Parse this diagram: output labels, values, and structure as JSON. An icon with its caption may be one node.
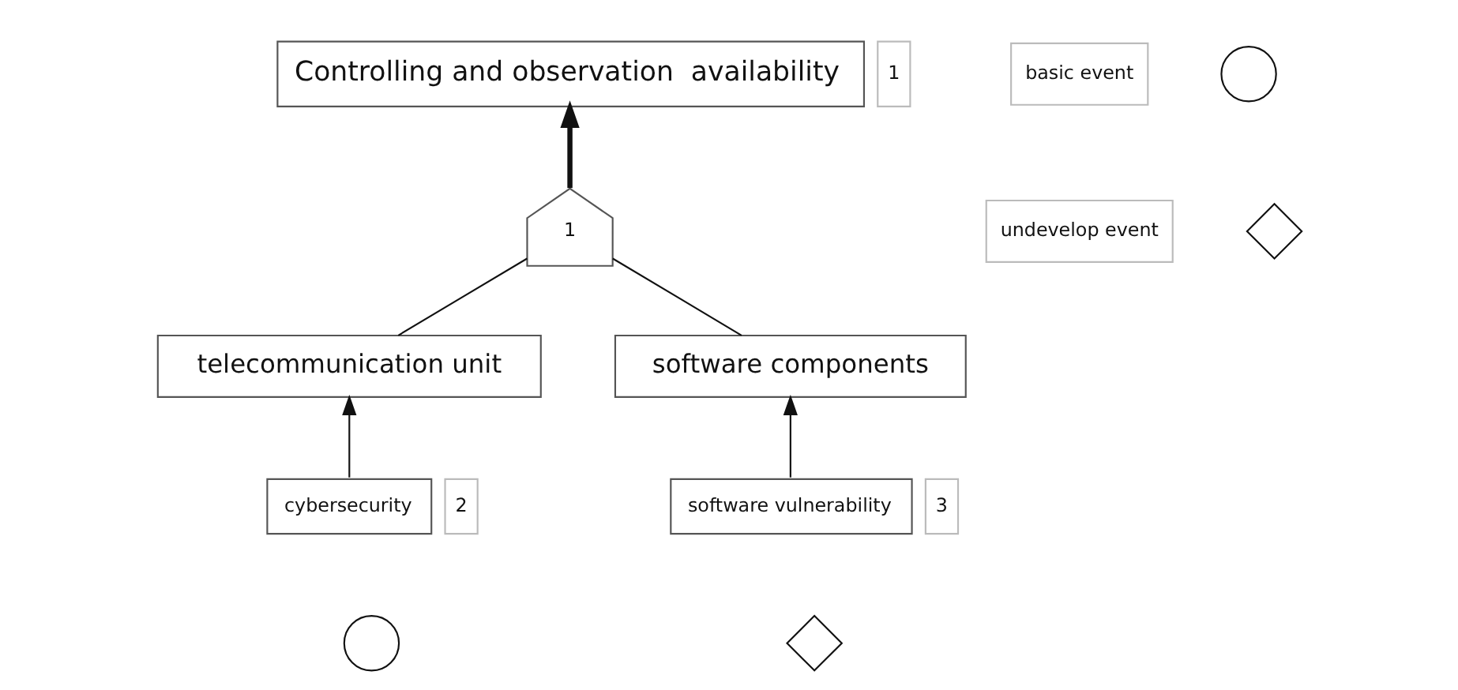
{
  "diagram": {
    "nodes": [
      {
        "text": [
          "Controlling and observation  availability"
        ],
        "beside": [
          "1"
        ]
      },
      {
        "text": [
          "1"
        ]
      },
      {
        "text": [
          "telecommunication unit"
        ]
      },
      {
        "text": [
          "software components"
        ]
      },
      {
        "text": [
          "cybersecurity"
        ],
        "beside": [
          "2"
        ]
      },
      {
        "text": [],
        "shape": "circle"
      },
      {
        "text": [
          "software vulnerability"
        ],
        "beside": [
          "3"
        ]
      },
      {
        "text": [],
        "shape": "diamond"
      },
      {
        "text": [],
        "shape": "circle"
      },
      {
        "text": [],
        "shape": "diamond"
      }
    ],
    "edges": [
      {
        "from": 1,
        "to": 0,
        "arrow": "to",
        "style": "thick"
      },
      {
        "from": 2,
        "to": 1,
        "arrow": "none"
      },
      {
        "from": 3,
        "to": 1,
        "arrow": "none"
      },
      {
        "from": 4,
        "to": 2,
        "arrow": "to"
      },
      {
        "from": 6,
        "to": 3,
        "arrow": "to"
      }
    ],
    "legend": [
      {
        "text": "basic event"
      },
      {
        "text": "undevelop event"
      }
    ]
  }
}
